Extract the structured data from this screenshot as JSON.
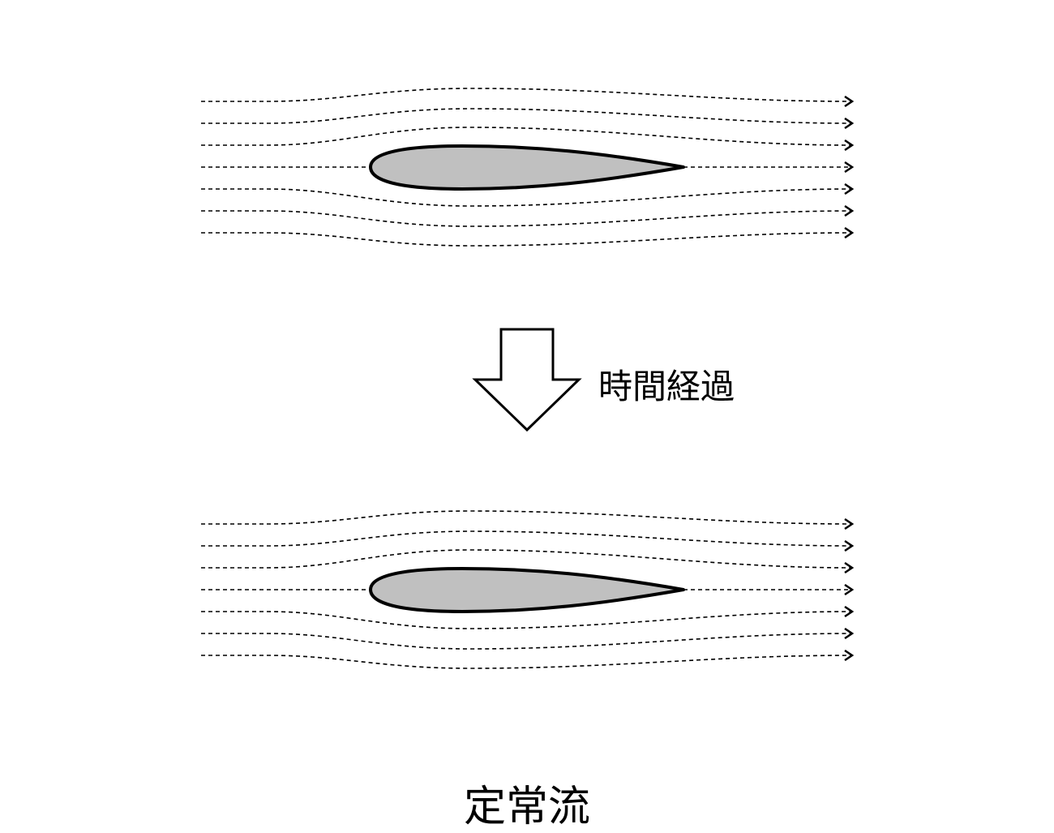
{
  "arrow_label": "時間経過",
  "caption": "定常流",
  "colors": {
    "airfoil_fill": "#c0c0c0",
    "stroke": "#000000"
  },
  "panels": [
    "initial-flow",
    "steady-flow"
  ],
  "streamline_count": 7
}
